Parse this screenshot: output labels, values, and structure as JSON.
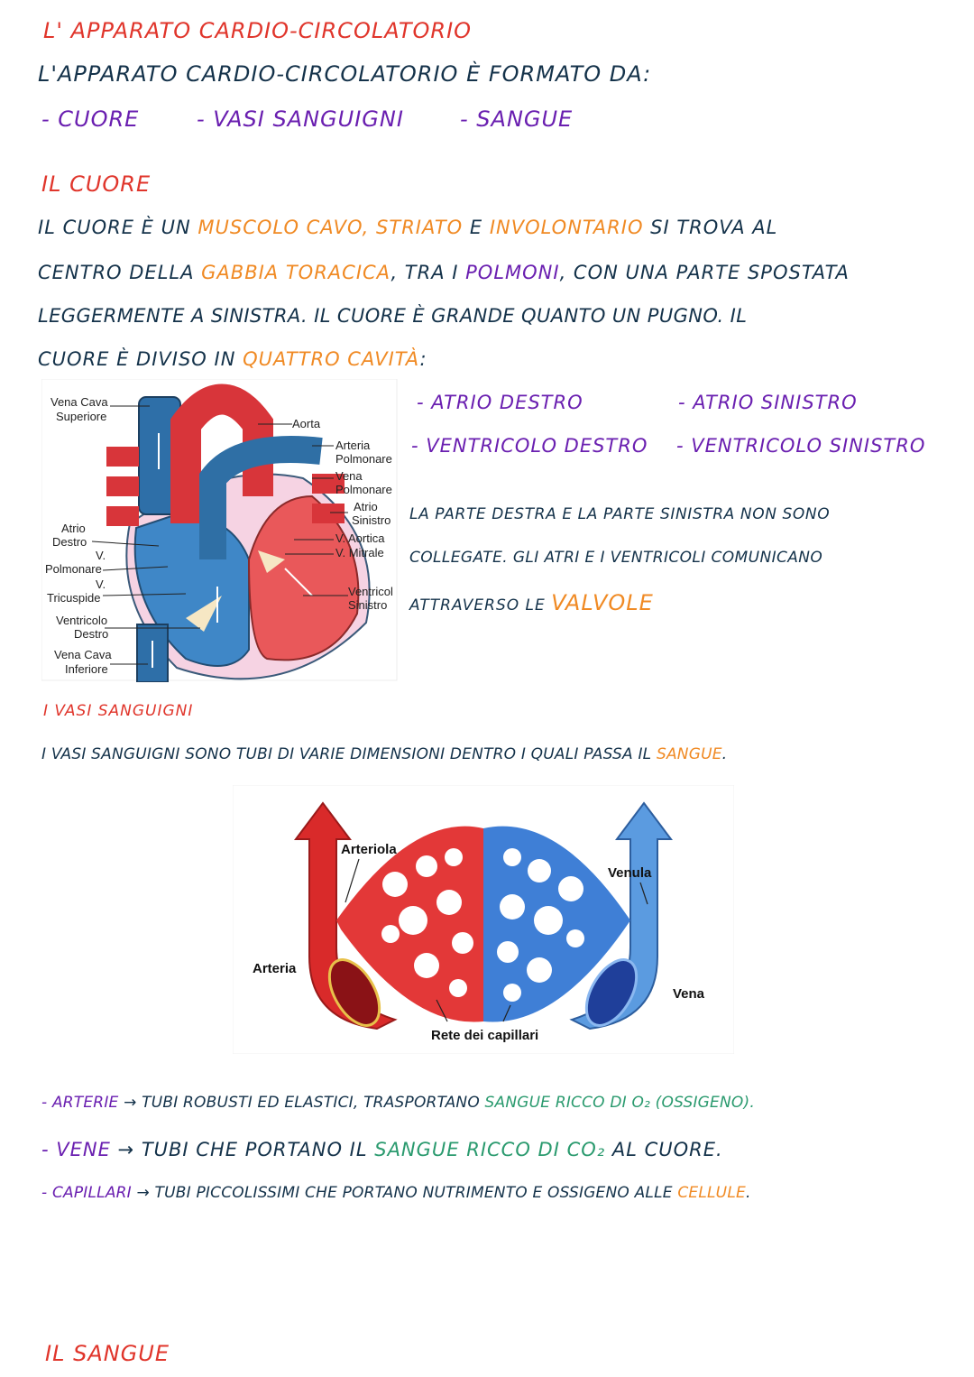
{
  "title": "L' APPARATO CARDIO-CIRCOLATORIO",
  "intro": "L'APPARATO CARDIO-CIRCOLATORIO È FORMATO DA:",
  "components": [
    "- CUORE",
    "- VASI SANGUIGNI",
    "- SANGUE"
  ],
  "heart_section": {
    "heading": "IL CUORE",
    "p1_a": "IL CUORE È UN ",
    "p1_muscolo": "MUSCOLO CAVO,",
    "p1_striato": " STRIATO ",
    "p1_e": "E ",
    "p1_invol": "INVOLONTARIO",
    "p1_b": " SI TROVA AL",
    "p2_a": "CENTRO DELLA ",
    "p2_gabbia": "GABBIA TORACICA",
    "p2_b": ", TRA I ",
    "p2_polmoni": "POLMONI",
    "p2_c": ", CON UNA PARTE SPOSTATA",
    "p3": "LEGGERMENTE A SINISTRA. IL CUORE È GRANDE QUANTO UN PUGNO. IL",
    "p4_a": "CUORE È DIVISO IN ",
    "p4_cavita": "QUATTRO CAVITÀ",
    "p4_b": ":",
    "cavities": [
      "- ATRIO DESTRO",
      "- ATRIO SINISTRO",
      "- VENTRICOLO DESTRO",
      "- VENTRICOLO SINISTRO"
    ],
    "note1": "LA PARTE DESTRA E LA PARTE SINISTRA NON SONO",
    "note2": "COLLEGATE. GLI ATRI E I VENTRICOLI COMUNICANO",
    "note3_a": "ATTRAVERSO LE ",
    "note3_valvole": "VALVOLE",
    "diagram_labels": {
      "vena_cava_sup_1": "Vena Cava",
      "vena_cava_sup_2": "Superiore",
      "aorta": "Aorta",
      "arteria_polm_1": "Arteria",
      "arteria_polm_2": "Polmonare",
      "vena_polm_1": "Vena",
      "vena_polm_2": "Polmonare",
      "atrio_sin_1": "Atrio",
      "atrio_sin_2": "Sinistro",
      "v_aortica": "V. Aortica",
      "v_mitrale": "V. Mitrale",
      "atrio_destro_1": "Atrio",
      "atrio_destro_2": "Destro",
      "v_polm_1": "V.",
      "v_polm_2": "Polmonare",
      "v_tric_1": "V.",
      "v_tric_2": "Tricuspide",
      "ventr_sin_1": "Ventricol",
      "ventr_sin_2": "Sinistro",
      "ventr_destro_1": "Ventricolo",
      "ventr_destro_2": "Destro",
      "vena_cava_inf_1": "Vena Cava",
      "vena_cava_inf_2": "Inferiore"
    }
  },
  "vessels_section": {
    "heading": "I VASI SANGUIGNI",
    "p1_a": "I VASI SANGUIGNI SONO TUBI DI VARIE DIMENSIONI DENTRO I QUALI PASSA IL ",
    "p1_sangue": "SANGUE",
    "p1_b": ".",
    "diagram_labels": {
      "arteriola": "Arteriola",
      "venula": "Venula",
      "arteria": "Arteria",
      "vena": "Vena",
      "rete": "Rete dei capillari"
    },
    "arterie_a": "- ARTERIE",
    "arterie_b": " → TUBI ROBUSTI ED ELASTICI, TRASPORTANO ",
    "arterie_c": "SANGUE RICCO DI O₂ (OSSIGENO).",
    "vene_a": "- VENE",
    "vene_b": " → TUBI CHE PORTANO IL ",
    "vene_c": "SANGUE RICCO DI CO₂",
    "vene_d": " AL CUORE.",
    "capillari_a": "- CAPILLARI",
    "capillari_b": " → TUBI PICCOLISSIMI CHE PORTANO NUTRIMENTO E OSSIGENO ALLE ",
    "capillari_c": "CELLULE",
    "capillari_d": "."
  },
  "blood_section": {
    "heading": "IL SANGUE"
  },
  "colors": {
    "red": "#e0352b",
    "navy": "#14324a",
    "purple": "#6a1fb0",
    "orange": "#f08a24",
    "green": "#2a9a6e"
  }
}
